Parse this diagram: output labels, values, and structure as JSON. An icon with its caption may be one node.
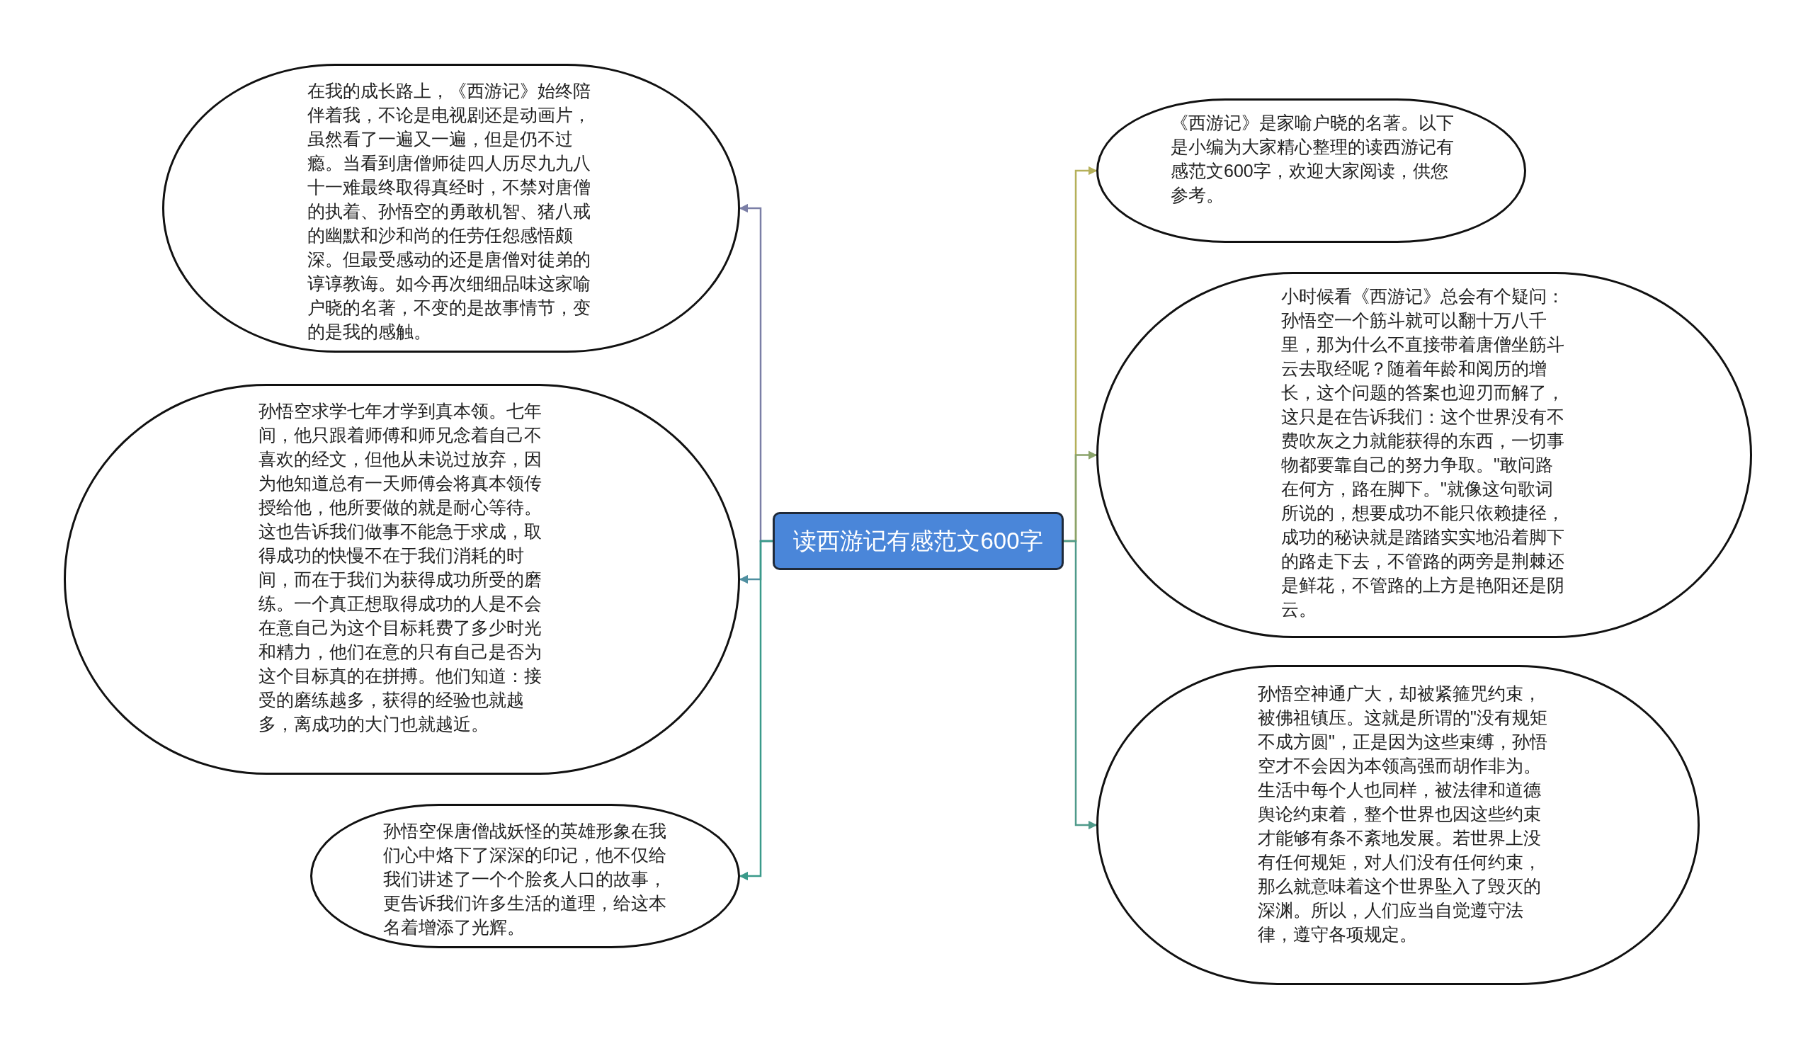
{
  "diagram": {
    "nodes": [
      {
        "text": [
          "读西游记有感范文600字"
        ]
      },
      {
        "text": [
          "在我的成长路上，《西游记》始终陪伴着我，不论是电视剧还是动画片，虽然看了一遍又一遍，但是仍不过瘾。当看到唐僧师徒四人历尽九九八十一难最终取得真经时，不禁对唐僧的执着、孙悟空的勇敢机智、猪八戒的幽默和沙和尚的任劳任怨感悟颇深。但最受感动的还是唐僧对徒弟的谆谆教诲。如今再次细细品味这家喻户晓的名著，不变的是故事情节，变的是我的感触。"
        ]
      },
      {
        "text": [
          "孙悟空求学七年才学到真本领。七年间，他只跟着师傅和师兄念着自己不喜欢的经文，但他从未说过放弃，因为他知道总有一天师傅会将真本领传授给他，他所要做的就是耐心等待。这也告诉我们做事不能急于求成，取得成功的快慢不在于我们消耗的时间，而在于我们为获得成功所受的磨练。一个真正想取得成功的人是不会在意自己为这个目标耗费了多少时光和精力，他们在意的只有自己是否为这个目标真的在拼搏。他们知道：接受的磨练越多，获得的经验也就越多，离成功的大门也就越近。"
        ]
      },
      {
        "text": [
          "孙悟空保唐僧战妖怪的英雄形象在我们心中烙下了深深的印记，他不仅给我们讲述了一个个脍炙人口的故事，更告诉我们许多生活的道理，给这本名着增添了光辉。"
        ]
      },
      {
        "text": [
          "《西游记》是家喻户晓的名著。以下是小编为大家精心整理的读西游记有感范文600字，欢迎大家阅读，供您参考。"
        ]
      },
      {
        "text": [
          "小时候看《西游记》总会有个疑问：孙悟空一个筋斗就可以翻十万八千里，那为什么不直接带着唐僧坐筋斗云去取经呢？随着年龄和阅历的增长，这个问题的答案也迎刃而解了，这只是在告诉我们：这个世界没有不费吹灰之力就能获得的东西，一切事物都要靠自己的努力争取。\"敢问路在何方，路在脚下。\"就像这句歌词所说的，想要成功不能只依赖捷径，成功的秘诀就是踏踏实实地沿着脚下的路走下去，不管路的两旁是荆棘还是鲜花，不管路的上方是艳阳还是阴云。"
        ]
      },
      {
        "text": [
          "孙悟空神通广大，却被紧箍咒约束，被佛祖镇压。这就是所谓的\"没有规矩不成方圆\"，正是因为这些束缚，孙悟空才不会因为本领高强而胡作非为。生活中每个人也同样，被法律和道德舆论约束着，整个世界也因这些约束才能够有条不紊地发展。若世界上没有任何规矩，对人们没有任何约束，那么就意味着这个世界坠入了毁灭的深渊。所以，人们应当自觉遵守法律，遵守各项规定。"
        ]
      }
    ],
    "edges": [
      {
        "from": 0,
        "to": 1,
        "arrow": "to",
        "color": "#7b7fa6"
      },
      {
        "from": 0,
        "to": 2,
        "arrow": "to",
        "color": "#4f8fa0"
      },
      {
        "from": 0,
        "to": 3,
        "arrow": "to",
        "color": "#3a9a8a"
      },
      {
        "from": 0,
        "to": 4,
        "arrow": "to",
        "color": "#b5b05a"
      },
      {
        "from": 0,
        "to": 5,
        "arrow": "to",
        "color": "#8aa36a"
      },
      {
        "from": 0,
        "to": 6,
        "arrow": "to",
        "color": "#4f9a8a"
      }
    ]
  }
}
